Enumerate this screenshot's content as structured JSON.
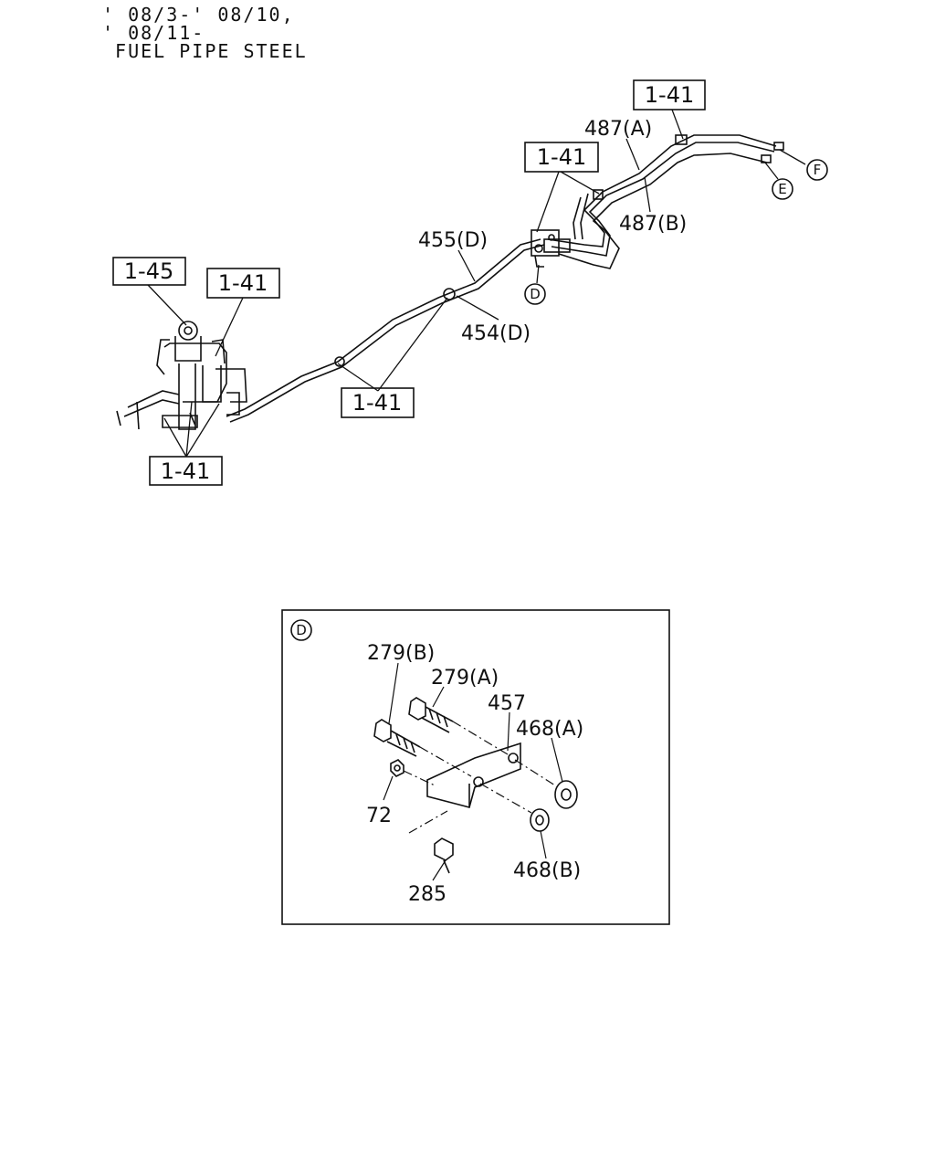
{
  "header": {
    "line1": "' 08/3-' 08/10,",
    "line2": "' 08/11-",
    "line3": " FUEL PIPE STEEL"
  },
  "refs": {
    "r1": "1-41",
    "r2": "1-41",
    "r3": "1-45",
    "r4": "1-41",
    "r5": "1-41",
    "r6": "1-41"
  },
  "parts": {
    "p487a": "487(A)",
    "p487b": "487(B)",
    "p455d": "455(D)",
    "p454d": "454(D)"
  },
  "markers": {
    "d": "D",
    "e": "E",
    "f": "F"
  },
  "detail": {
    "marker": "D",
    "p279b": "279(B)",
    "p279a": "279(A)",
    "p457": "457",
    "p468a": "468(A)",
    "p72": "72",
    "p468b": "468(B)",
    "p285": "285"
  }
}
